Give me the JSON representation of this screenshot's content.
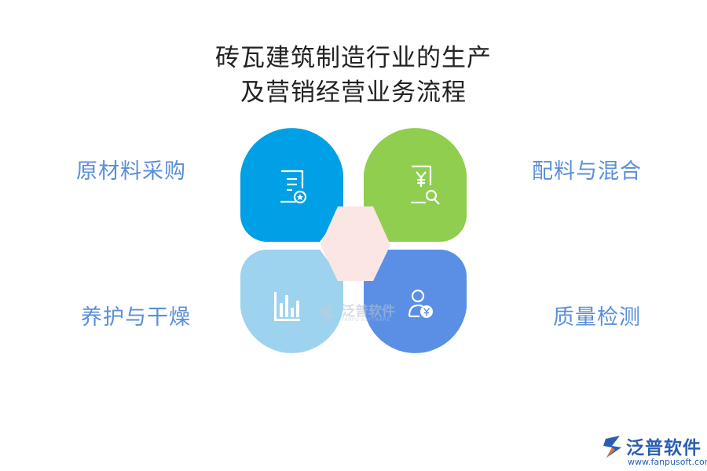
{
  "title": {
    "line1": "砖瓦建筑制造行业的生产",
    "line2": "及营销经营业务流程"
  },
  "steps": [
    {
      "label": "原材料采购",
      "icon": "document-star-icon",
      "color": "#00a0e6"
    },
    {
      "label": "配料与混合",
      "icon": "receipt-search-icon",
      "color": "#8fce4e"
    },
    {
      "label": "养护与干燥",
      "icon": "bar-chart-icon",
      "color": "#9dd3ef"
    },
    {
      "label": "质量检测",
      "icon": "user-yen-icon",
      "color": "#5b8fe6"
    }
  ],
  "center_hexagon_color": "#fbe6e3",
  "watermark": {
    "text": "泛普软件",
    "sub": "FANPU SOFTWARE"
  },
  "brand": {
    "name": "泛普软件",
    "url": "www.fanpusoft.com",
    "color": "#2a5fb0"
  }
}
